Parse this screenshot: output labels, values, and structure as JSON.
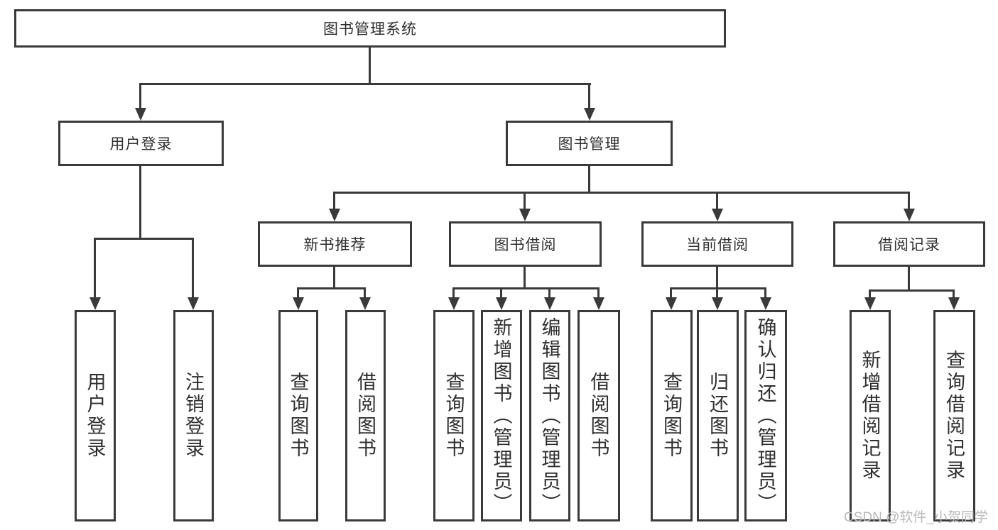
{
  "diagram_title": "图书管理系统",
  "nodes": {
    "root": "图书管理系统",
    "user_login": "用户登录",
    "book_mgmt": "图书管理",
    "new_book": "新书推荐",
    "book_borrow": "图书借阅",
    "current_borrow": "当前借阅",
    "borrow_records": "借阅记录",
    "leaf_user_login": "用户登录",
    "leaf_logout": "注销登录",
    "leaf_nb_query": "查询图书",
    "leaf_nb_borrow": "借阅图书",
    "leaf_bb_query": "查询图书",
    "leaf_bb_add": "新增图书（管理员）",
    "leaf_bb_edit": "编辑图书（管理员）",
    "leaf_bb_borrow": "借阅图书",
    "leaf_cb_query": "查询图书",
    "leaf_cb_return": "归还图书",
    "leaf_cb_confirm": "确认归还（管理员）",
    "leaf_br_add": "新增借阅记录",
    "leaf_br_query": "查询借阅记录"
  },
  "hierarchy": {
    "图书管理系统": {
      "用户登录": [
        "用户登录",
        "注销登录"
      ],
      "图书管理": {
        "新书推荐": [
          "查询图书",
          "借阅图书"
        ],
        "图书借阅": [
          "查询图书",
          "新增图书（管理员）",
          "编辑图书（管理员）",
          "借阅图书"
        ],
        "当前借阅": [
          "查询图书",
          "归还图书",
          "确认归还（管理员）"
        ],
        "借阅记录": [
          "新增借阅记录",
          "查询借阅记录"
        ]
      }
    }
  },
  "watermark": "CSDN @软件_小贺同学",
  "colors": {
    "line": "#3a3a3a",
    "text": "#2f2f2f",
    "watermark": "#b9b9b9",
    "background": "#ffffff"
  }
}
